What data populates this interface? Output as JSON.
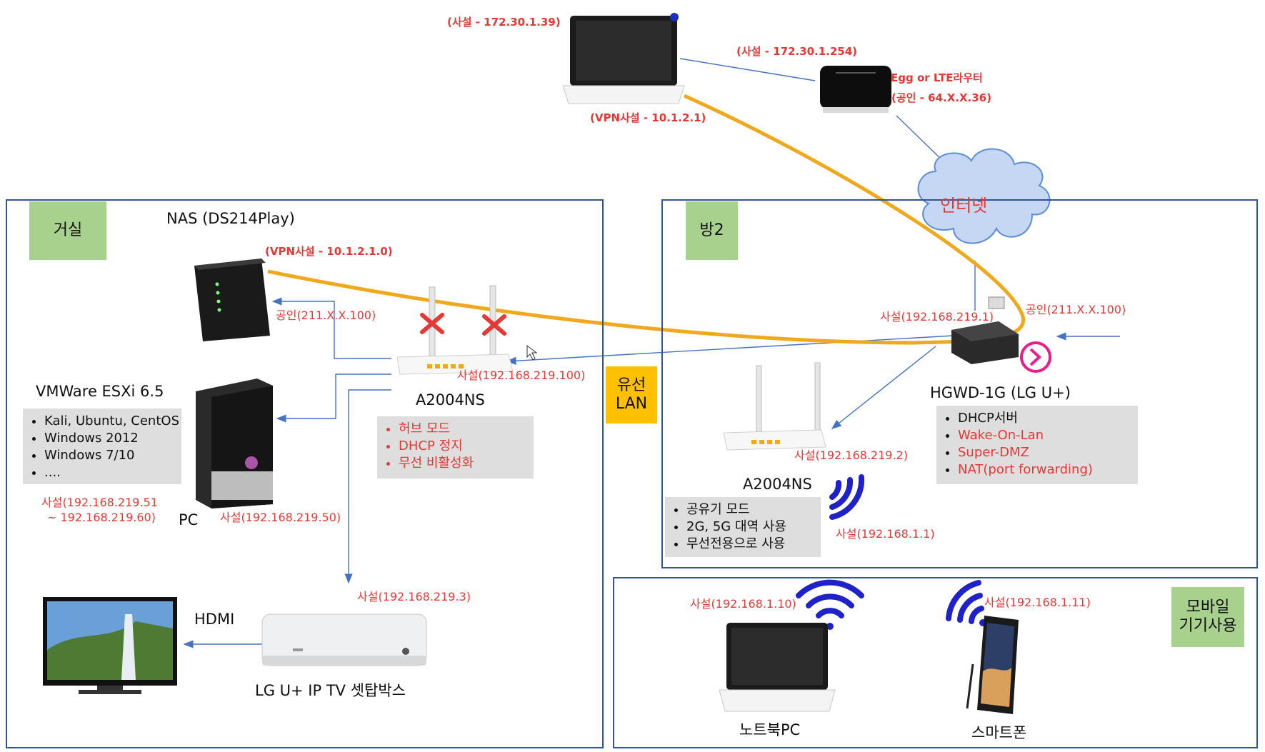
{
  "rooms": {
    "living": "거실",
    "room2": "방2",
    "mobile": "모바일\n기기사용",
    "wired_lan": "유선\nLAN"
  },
  "internet": "인터넷",
  "top": {
    "laptop_ip": "(사설 - 172.30.1.39)",
    "laptop_vpn": "(VPN사설 - 10.1.2.1)",
    "router_ip": "(사설 - 172.30.1.254)",
    "router_name": "Egg or LTE라우터",
    "router_public": "(공인 - 64.X.X.36)"
  },
  "living": {
    "nas_title": "NAS (DS214Play)",
    "nas_vpn": "(VPN사설 - 10.1.2.1.0)",
    "nas_public": "공인(211.X.X.100)",
    "router_ip": "사설(192.168.219.100)",
    "router_name": "A2004NS",
    "router_features": [
      "허브 모드",
      "DHCP 정지",
      "무선 비활성화"
    ],
    "vm_title": "VMWare ESXi 6.5",
    "vm_items": [
      "Kali, Ubuntu, CentOS",
      "Windows 2012",
      "Windows 7/10",
      "...."
    ],
    "vm_ip_1": "사설(192.168.219.51",
    "vm_ip_2": "~ 192.168.219.60)",
    "pc_label": "PC",
    "pc_ip": "사설(192.168.219.50)",
    "hdmi": "HDMI",
    "stb_ip": "사설(192.168.219.3)",
    "stb_name": "LG U+ IP TV 셋탑박스"
  },
  "room2": {
    "gw_lan_ip": "사설(192.168.219.1)",
    "gw_public": "공인(211.X.X.100)",
    "gw_name": "HGWD-1G (LG U+)",
    "gw_features": [
      "DHCP서버",
      "Wake-On-Lan",
      "Super-DMZ",
      "NAT(port forwarding)"
    ],
    "router_ip": "사설(192.168.219.2)",
    "router_name": "A2004NS",
    "router_features": [
      "공유기 모드",
      "2G, 5G 대역 사용",
      "무선전용으로 사용"
    ],
    "wifi_ip": "사설(192.168.1.1)"
  },
  "mobile": {
    "laptop_ip": "사설(192.168.1.10)",
    "laptop_name": "노트북PC",
    "phone_ip": "사설(192.168.1.11)",
    "phone_name": "스마트폰"
  },
  "colors": {
    "vpn_line": "#f0a81c",
    "link_line": "#4472c4",
    "ip_text": "#e53935",
    "room_border": "#2f5597"
  }
}
